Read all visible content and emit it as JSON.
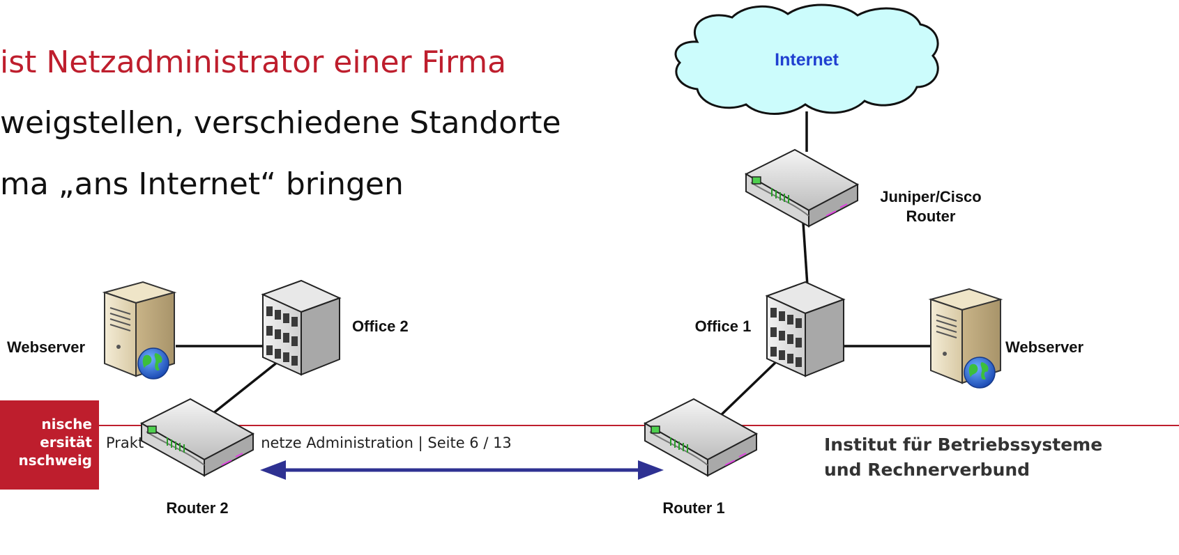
{
  "slide": {
    "bullets": [
      "ist Netzadministrator einer Firma",
      "weigstellen, verschiedene Standorte",
      "ma „ans Internet“ bringen"
    ]
  },
  "diagram": {
    "internet": "Internet",
    "edge_router_line1": "Juniper/Cisco",
    "edge_router_line2": "Router",
    "office1": "Office 1",
    "office2": "Office 2",
    "webserver_left": "Webserver",
    "webserver_right": "Webserver",
    "router1": "Router 1",
    "router2": "Router 2"
  },
  "footer": {
    "logo_lines": [
      "nische",
      "ersität",
      "nschweig"
    ],
    "page_text": "Prakt",
    "page_text_tail": "netze Administration | Seite 6 / 13",
    "institute_line1": "Institut für Betriebssysteme",
    "institute_line2": "und Rechnerverbund"
  },
  "colors": {
    "accent": "#be1e2d",
    "cloud_fill": "#ccfcfc",
    "internet_label": "#1f3fd0",
    "link_arrow": "#2e3192"
  }
}
